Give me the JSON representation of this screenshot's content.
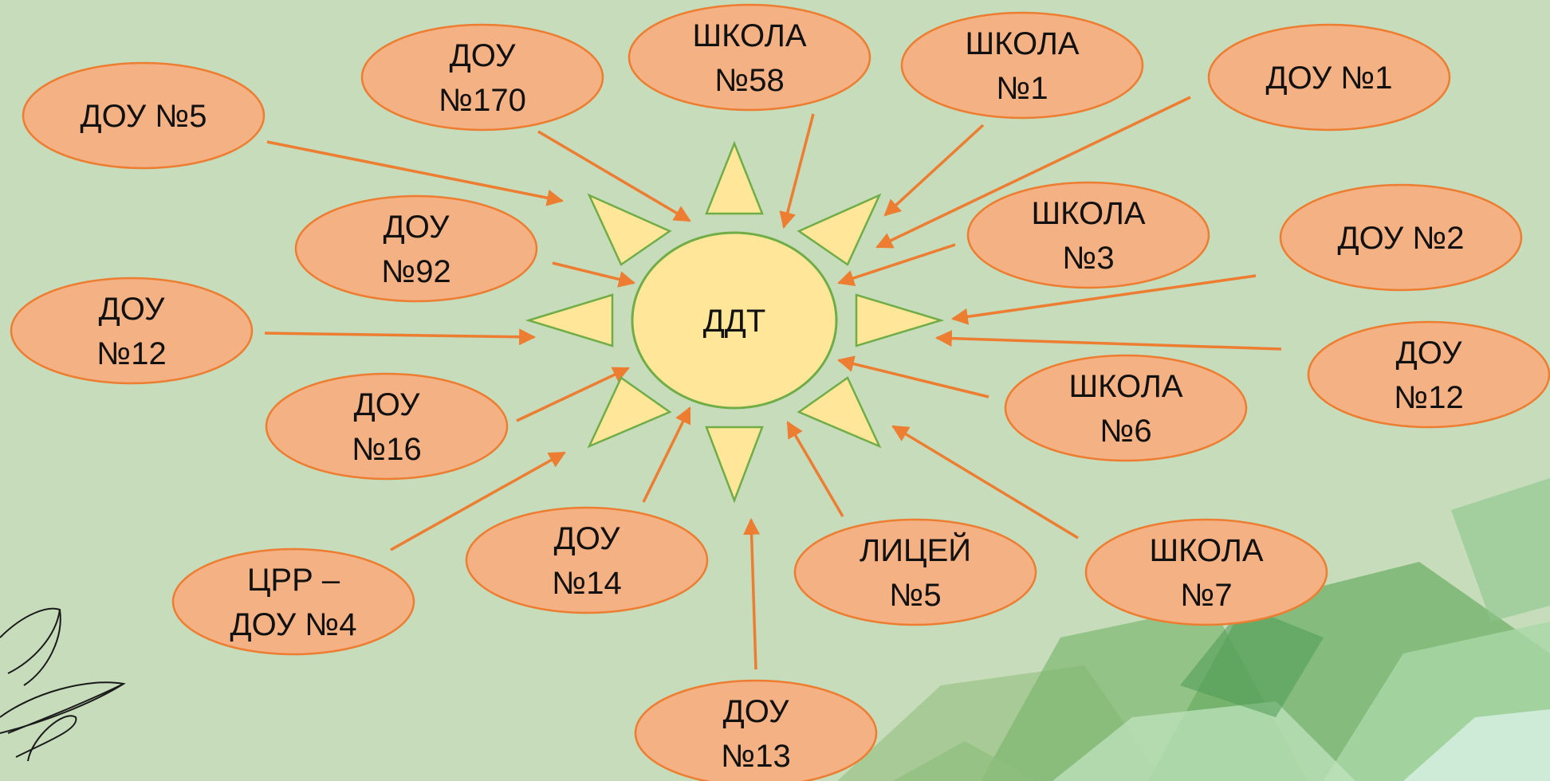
{
  "center": {
    "label": "ДДТ"
  },
  "nodes": [
    {
      "id": "dou5",
      "lines": [
        "ДОУ №5"
      ]
    },
    {
      "id": "dou170",
      "lines": [
        "ДОУ",
        "№170"
      ]
    },
    {
      "id": "school58",
      "lines": [
        "ШКОЛА",
        "№58"
      ]
    },
    {
      "id": "school1",
      "lines": [
        "ШКОЛА",
        "№1"
      ]
    },
    {
      "id": "dou1",
      "lines": [
        "ДОУ №1"
      ]
    },
    {
      "id": "dou92",
      "lines": [
        "ДОУ",
        "№92"
      ]
    },
    {
      "id": "school3",
      "lines": [
        "ШКОЛА",
        "№3"
      ]
    },
    {
      "id": "dou2",
      "lines": [
        "ДОУ №2"
      ]
    },
    {
      "id": "dou12-left",
      "lines": [
        "ДОУ",
        "№12"
      ]
    },
    {
      "id": "dou12-right",
      "lines": [
        "ДОУ",
        "№12"
      ]
    },
    {
      "id": "dou16",
      "lines": [
        "ДОУ",
        "№16"
      ]
    },
    {
      "id": "school6",
      "lines": [
        "ШКОЛА",
        "№6"
      ]
    },
    {
      "id": "crr-dou4",
      "lines": [
        "ЦРР –",
        "ДОУ №4"
      ]
    },
    {
      "id": "dou14",
      "lines": [
        "ДОУ",
        "№14"
      ]
    },
    {
      "id": "lyceum5",
      "lines": [
        "ЛИЦЕЙ",
        "№5"
      ]
    },
    {
      "id": "school7",
      "lines": [
        "ШКОЛА",
        "№7"
      ]
    },
    {
      "id": "dou13",
      "lines": [
        "ДОУ",
        "№13"
      ]
    }
  ],
  "colors": {
    "background": "#c6dcbb",
    "node_fill": "#f4b183",
    "node_stroke": "#ed7d31",
    "sun_fill": "#ffe699",
    "sun_stroke": "#70ad47",
    "arrow": "#ed7d31"
  }
}
